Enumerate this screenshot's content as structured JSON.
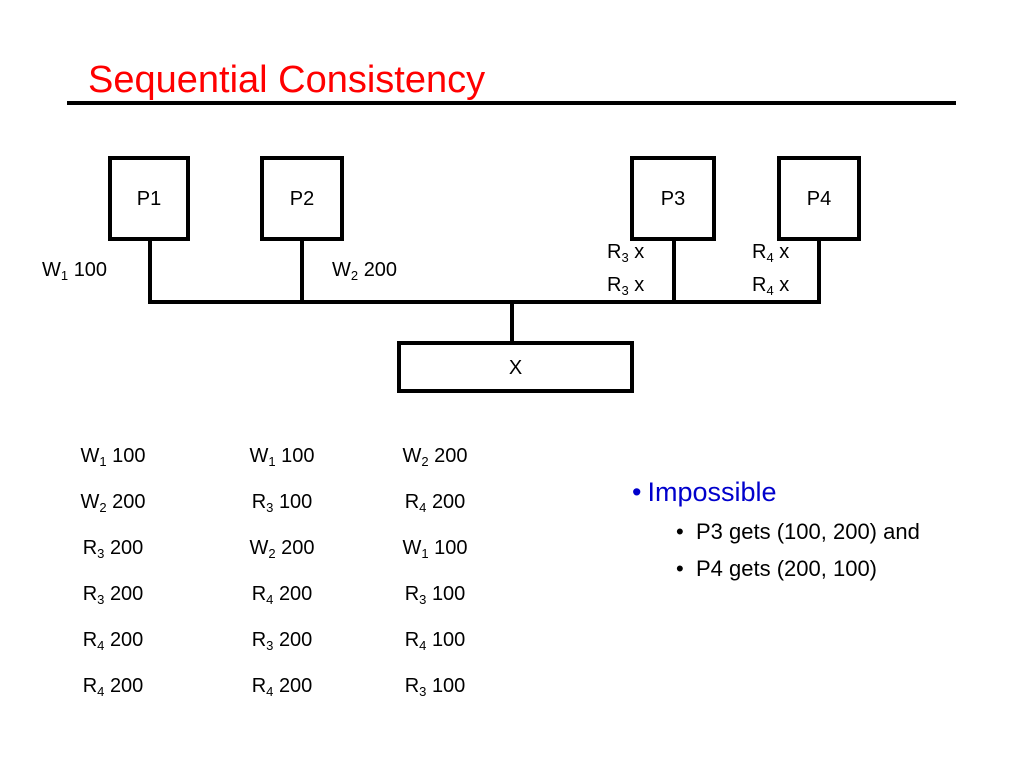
{
  "slide": {
    "title": "Sequential Consistency"
  },
  "processors": [
    "P1",
    "P2",
    "P3",
    "P4"
  ],
  "memory": {
    "label": "X"
  },
  "ops": {
    "p1": [
      {
        "op": "W",
        "proc": "1",
        "val": "100"
      }
    ],
    "p2": [
      {
        "op": "W",
        "proc": "2",
        "val": "200"
      }
    ],
    "p3": [
      {
        "op": "R",
        "proc": "3",
        "val": "x"
      },
      {
        "op": "R",
        "proc": "3",
        "val": "x"
      }
    ],
    "p4": [
      {
        "op": "R",
        "proc": "4",
        "val": "x"
      },
      {
        "op": "R",
        "proc": "4",
        "val": "x"
      }
    ]
  },
  "orderings": [
    [
      {
        "op": "W",
        "proc": "1",
        "val": "100"
      },
      {
        "op": "W",
        "proc": "2",
        "val": "200"
      },
      {
        "op": "R",
        "proc": "3",
        "val": "200"
      },
      {
        "op": "R",
        "proc": "3",
        "val": "200"
      },
      {
        "op": "R",
        "proc": "4",
        "val": "200"
      },
      {
        "op": "R",
        "proc": "4",
        "val": "200"
      }
    ],
    [
      {
        "op": "W",
        "proc": "1",
        "val": "100"
      },
      {
        "op": "R",
        "proc": "3",
        "val": "100"
      },
      {
        "op": "W",
        "proc": "2",
        "val": "200"
      },
      {
        "op": "R",
        "proc": "4",
        "val": "200"
      },
      {
        "op": "R",
        "proc": "3",
        "val": "200"
      },
      {
        "op": "R",
        "proc": "4",
        "val": "200"
      }
    ],
    [
      {
        "op": "W",
        "proc": "2",
        "val": "200"
      },
      {
        "op": "R",
        "proc": "4",
        "val": "200"
      },
      {
        "op": "W",
        "proc": "1",
        "val": "100"
      },
      {
        "op": "R",
        "proc": "3",
        "val": "100"
      },
      {
        "op": "R",
        "proc": "4",
        "val": "100"
      },
      {
        "op": "R",
        "proc": "3",
        "val": "100"
      }
    ]
  ],
  "bullets": {
    "main": "Impossible",
    "items": [
      "P3 gets (100, 200) and",
      "P4 gets (200, 100)"
    ]
  },
  "colors": {
    "title": "#ff0000",
    "bullet": "#0000cc"
  }
}
